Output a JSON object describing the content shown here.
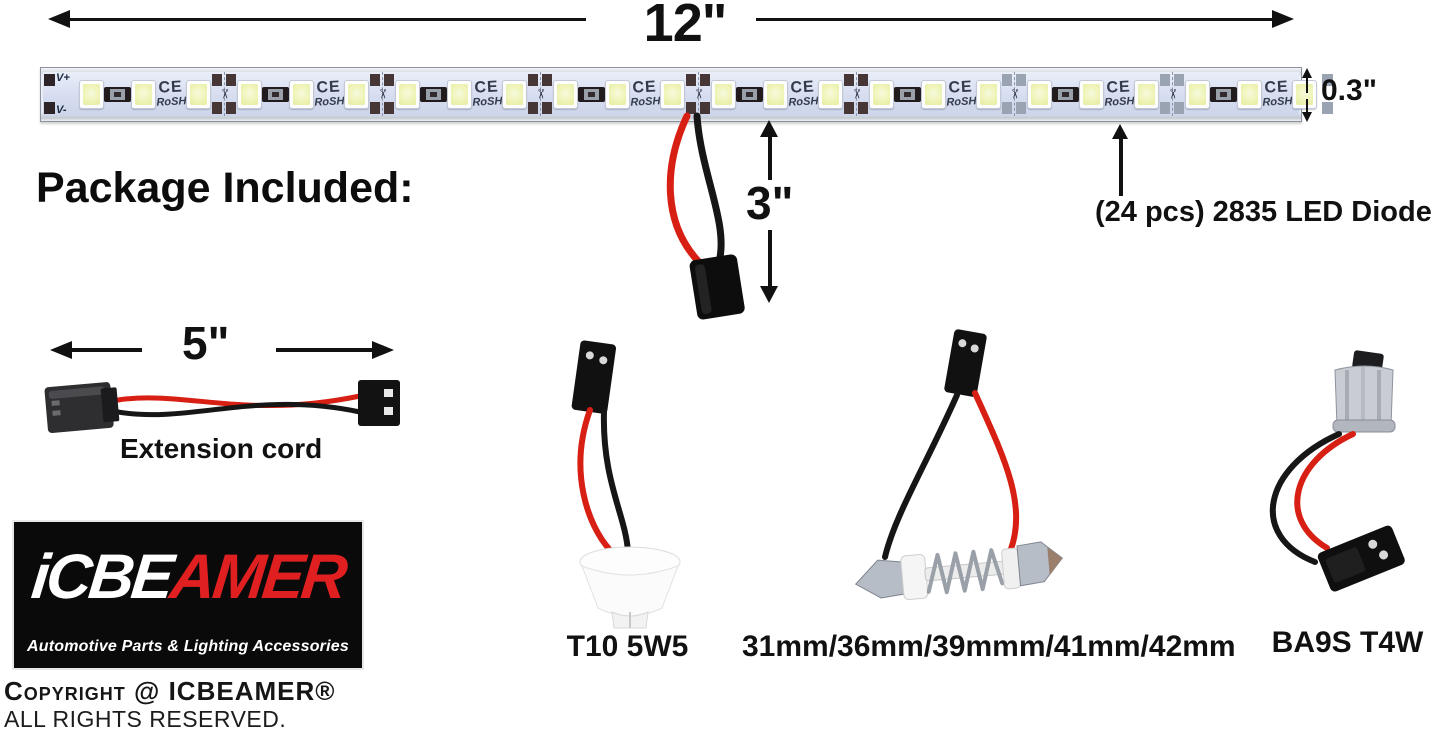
{
  "colors": {
    "wire_red": "#d81f14",
    "wire_black": "#161616",
    "pcb_blue": "#d7ddf0",
    "led_chip_yellow": "#eef3b4",
    "logo_red": "#e02020",
    "text_black": "#111111"
  },
  "dimensions": {
    "strip_length": "12\"",
    "strip_height": "0.3\"",
    "wire_length": "3\"",
    "cord_length": "5\""
  },
  "heading": "Package Included:",
  "led_callout": "(24 pcs) 2835 LED Diode",
  "strip": {
    "terminal_positive": "V+",
    "terminal_negative": "V-",
    "ce_mark": "CE",
    "rosh_mark": "RoSH",
    "cut_icon": "✂",
    "segments": 8,
    "leds_per_segment": 3,
    "total_leds": 24,
    "separator_styles": [
      "dark",
      "dark",
      "dark",
      "dark",
      "dark",
      "light",
      "light"
    ]
  },
  "extension_cord": {
    "label": "Extension cord"
  },
  "adapters": {
    "t10": {
      "label": "T10 5W5"
    },
    "festoon": {
      "label": "31mm/36mm/39mmm/41mm/42mm"
    },
    "ba9s": {
      "label": "BA9S T4W"
    }
  },
  "logo": {
    "name_white": "iCBE",
    "name_red": "AMER",
    "tagline": "Automotive Parts & Lighting Accessories"
  },
  "copyright": {
    "line1": "Copyright @ ICBEAMER®",
    "line2": "ALL RIGHTS RESERVED."
  }
}
